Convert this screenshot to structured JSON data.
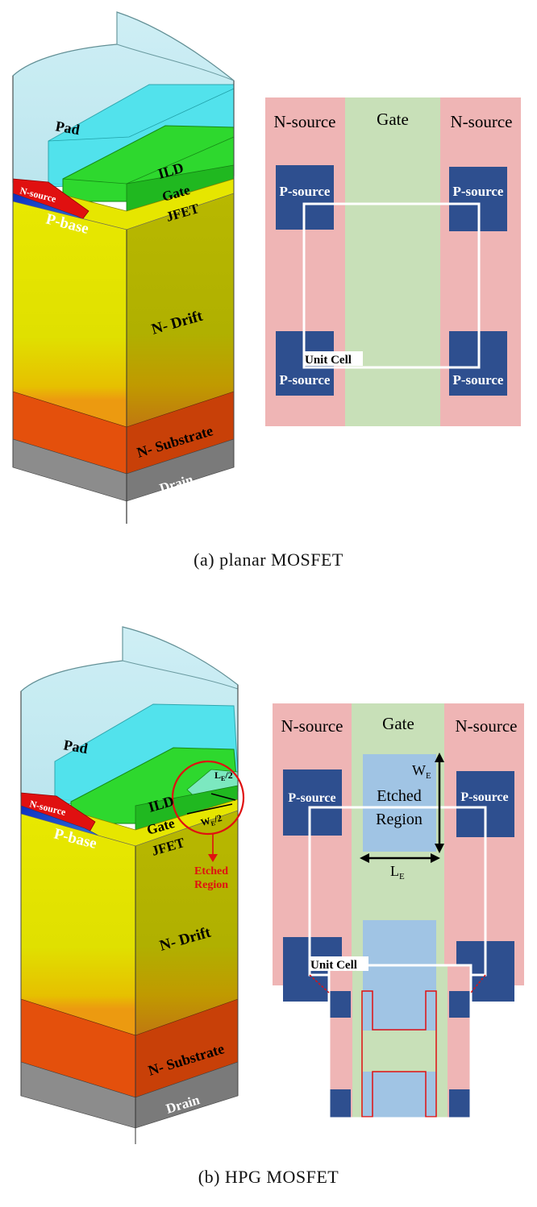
{
  "figure_a": {
    "caption": "(a)  planar  MOSFET",
    "device_labels": {
      "pad": "Pad",
      "ild": "ILD",
      "gate": "Gate",
      "jfet": "JFET",
      "n_source": "N-source",
      "p_base": "P-base",
      "n_drift": "N- Drift",
      "n_substrate": "N- Substrate",
      "drain": "Drain"
    },
    "layout_labels": {
      "n_source_left": "N-source",
      "gate": "Gate",
      "n_source_right": "N-source",
      "p_source_tl": "P-source",
      "p_source_tr": "P-source",
      "p_source_bl": "P-source",
      "p_source_br": "P-source",
      "unit_cell": "Unit Cell"
    }
  },
  "figure_b": {
    "caption": "(b)  HPG  MOSFET",
    "device_labels": {
      "pad": "Pad",
      "ild": "ILD",
      "gate": "Gate",
      "jfet": "JFET",
      "n_source": "N-source",
      "p_base": "P-base",
      "n_drift": "N- Drift",
      "n_substrate": "N- Substrate",
      "drain": "Drain",
      "le_half": "L",
      "le_half_sub": "E",
      "le_half_suffix": "/2",
      "we_half": "W",
      "we_half_sub": "E",
      "we_half_suffix": "/2",
      "etched_line1": "Etched",
      "etched_line2": "Region"
    },
    "layout_labels": {
      "n_source_left": "N-source",
      "gate": "Gate",
      "n_source_right": "N-source",
      "p_source_tl": "P-source",
      "p_source_tr": "P-source",
      "etched_line1": "Etched",
      "etched_line2": "Region",
      "we": "W",
      "we_sub": "E",
      "le": "L",
      "le_sub": "E",
      "unit_cell": "Unit Cell"
    }
  },
  "colors": {
    "n_source_region": "#efb5b5",
    "gate_region": "#c8e0b8",
    "p_source": "#2e4f8f",
    "etched": "#a0c4e4",
    "unit_cell_outline": "#ffffff",
    "drift": "#e6e600",
    "substrate": "#e85a10",
    "drain": "#8a8a8a",
    "ild": "#40e0e8",
    "gate_poly": "#30d030",
    "pad": "#c8eef4",
    "n_source_device": "#e01010",
    "p_base": "#2040c0",
    "annotation": "#e01010"
  }
}
